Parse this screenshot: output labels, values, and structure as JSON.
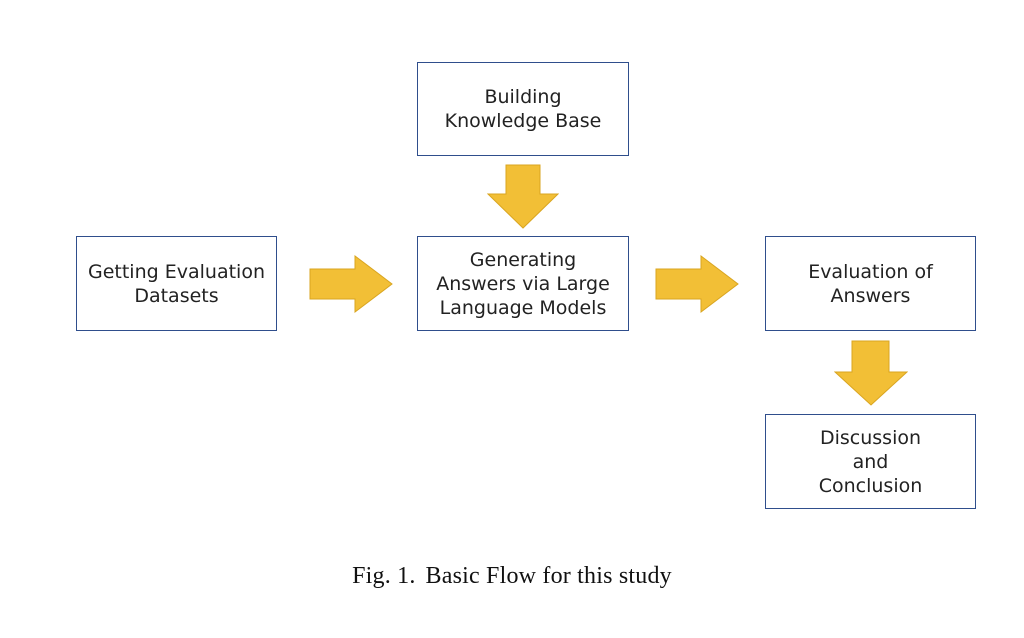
{
  "diagram": {
    "nodes": {
      "knowledge_base": "Building\nKnowledge Base",
      "datasets": "Getting Evaluation\nDatasets",
      "generation": "Generating\nAnswers via Large\nLanguage Models",
      "evaluation": "Evaluation of\nAnswers",
      "discussion": "Discussion\nand\nConclusion"
    },
    "edges": [
      {
        "from": "knowledge_base",
        "to": "generation"
      },
      {
        "from": "datasets",
        "to": "generation"
      },
      {
        "from": "generation",
        "to": "evaluation"
      },
      {
        "from": "evaluation",
        "to": "discussion"
      }
    ],
    "colors": {
      "box_border": "#2f4e8c",
      "arrow_fill": "#f2bf36",
      "arrow_stroke": "#d9a520"
    }
  },
  "caption": {
    "label": "Fig. 1.",
    "text": "Basic Flow for this study"
  }
}
